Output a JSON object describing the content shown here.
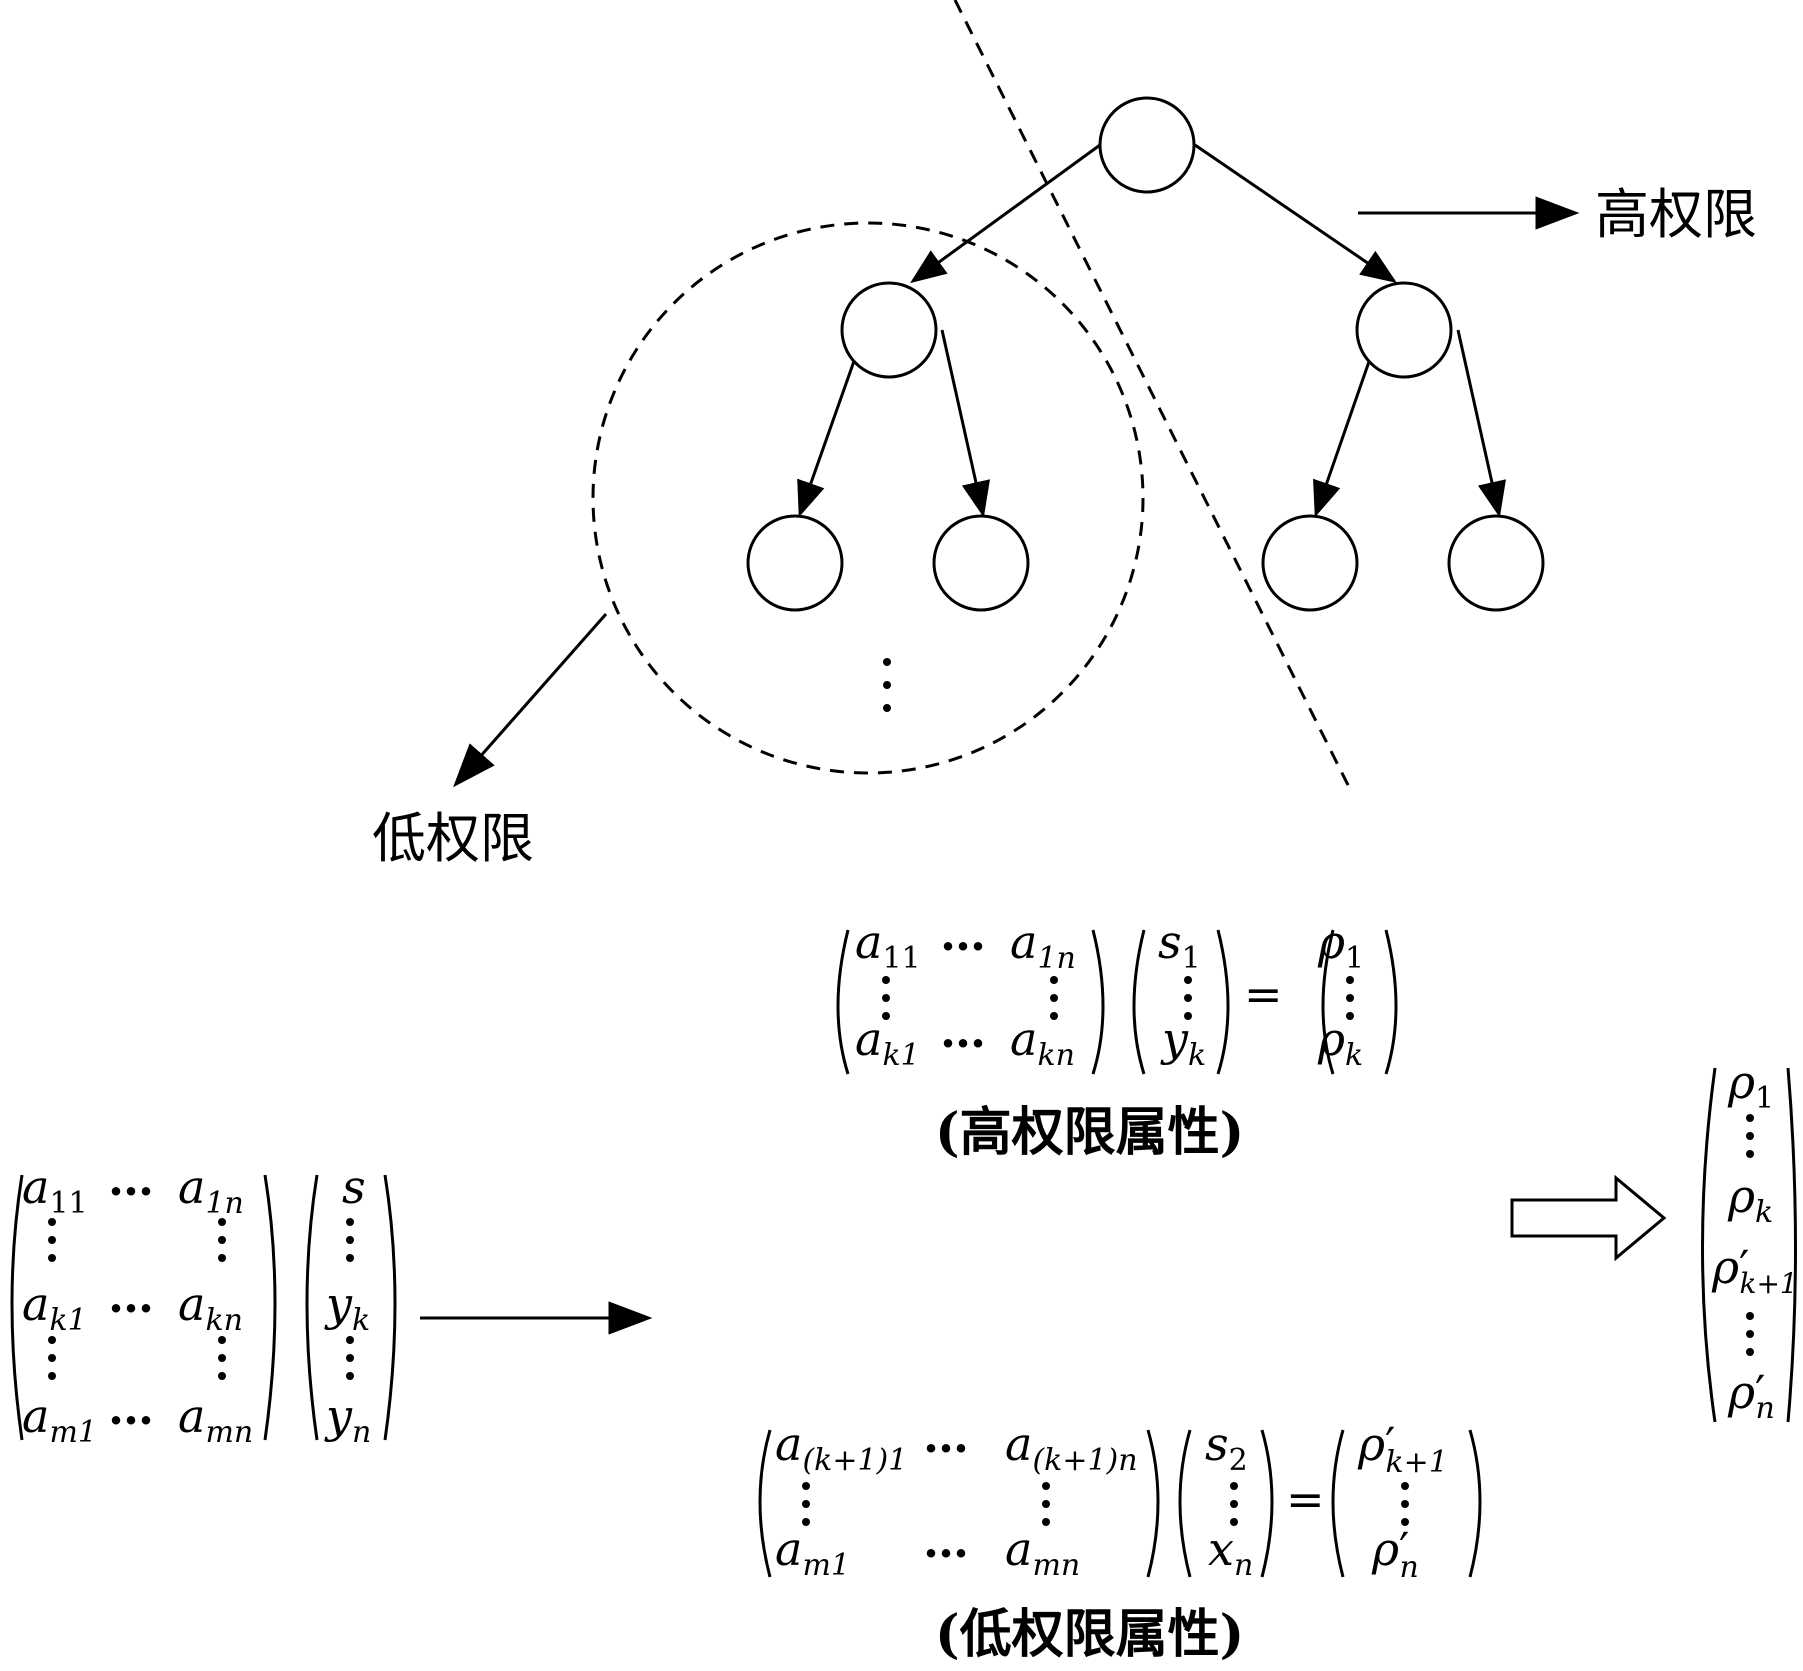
{
  "labels": {
    "high": "高权限",
    "low": "低权限",
    "high_attr": "(高权限属性)",
    "low_attr": "(低权限属性)"
  },
  "glyphs": {
    "dots_h": "…",
    "eq": "="
  },
  "big_matrix": {
    "A": {
      "r1": [
        "a",
        "11",
        "a",
        "1n"
      ],
      "r2": [
        "a",
        "k1",
        "a",
        "kn"
      ],
      "r3": [
        "a",
        "m1",
        "a",
        "mn"
      ]
    },
    "v": {
      "r1": "s",
      "r2": [
        "y",
        "k"
      ],
      "r3": [
        "y",
        "n"
      ]
    }
  },
  "top_eq": {
    "A": {
      "r1": [
        "a",
        "11",
        "a",
        "1n"
      ],
      "r2": [
        "a",
        "k1",
        "a",
        "kn"
      ]
    },
    "v": {
      "r1": [
        "s",
        "1"
      ],
      "r2": [
        "y",
        "k"
      ]
    },
    "rhs": {
      "r1": [
        "ρ",
        "1"
      ],
      "r2": [
        "ρ",
        "k"
      ]
    }
  },
  "bottom_eq": {
    "A": {
      "r1": [
        "a",
        "(k+1)1",
        "a",
        "(k+1)n"
      ],
      "r2": [
        "a",
        "m1",
        "a",
        "mn"
      ]
    },
    "v": {
      "r1": [
        "s",
        "2"
      ],
      "r2": [
        "x",
        "n"
      ]
    },
    "rhs": {
      "r1": [
        "ρ",
        "′",
        "k+1"
      ],
      "r2": [
        "ρ",
        "′",
        "n"
      ]
    }
  },
  "result": {
    "r1": [
      "ρ",
      "1"
    ],
    "r2": [
      "ρ",
      "k"
    ],
    "r3": [
      "ρ",
      "′",
      "k+1"
    ],
    "r4": [
      "ρ",
      "′",
      "n"
    ]
  }
}
